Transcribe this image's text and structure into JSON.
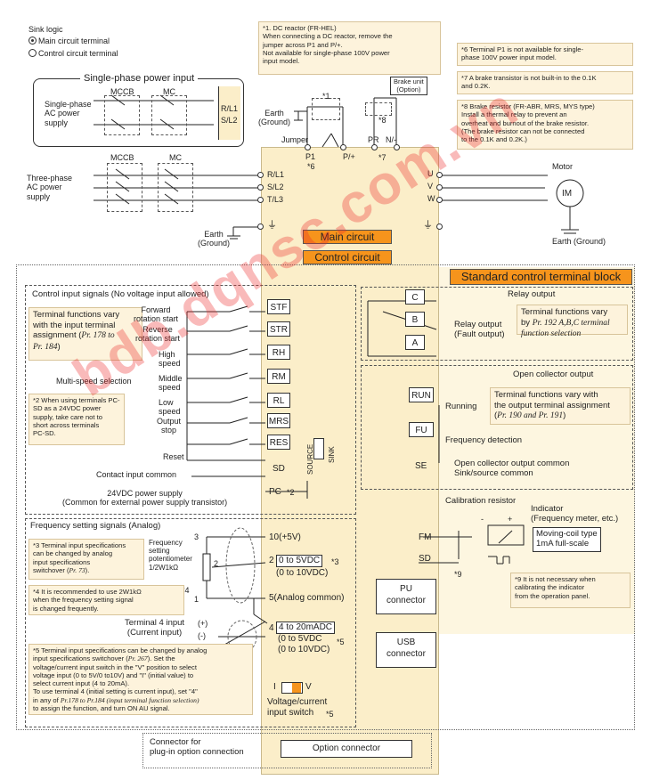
{
  "colors": {
    "inverter_body": "#fbeec9",
    "bar_orange": "#f6941c",
    "note_fill": "#fdf3dc",
    "watermark": "#e82828"
  },
  "legend": {
    "title": "Sink logic",
    "main": "Main circuit terminal",
    "control": "Control circuit terminal"
  },
  "single_phase": {
    "title": "Single-phase power input",
    "label": "Single-phase\nAC power\nsupply",
    "mccb": "MCCB",
    "mc": "MC",
    "r": "R/L1",
    "s": "S/L2"
  },
  "three_phase": {
    "label": "Three-phase\nAC power\nsupply",
    "mccb": "MCCB",
    "mc": "MC",
    "r": "R/L1",
    "s": "S/L2",
    "t": "T/L3"
  },
  "earth_ground": "Earth\n(Ground)",
  "notes": {
    "n1": "*1.  DC reactor (FR-HEL)\n       When connecting a DC reactor, remove the\n       jumper across P1 and P/+.\n       Not available for single-phase 100V power\n       input model.",
    "n6": "*6  Terminal P1 is not available for single-\n      phase 100V power input model.",
    "n7": "*7  A brake transistor is not built-in to the 0.1K\n      and 0.2K.",
    "n8": "*8  Brake resistor (FR-ABR, MRS, MYS type)\n      Install a thermal relay to prevent an\n      overheat and burnout of the brake resistor.\n      (The brake resistor can not be connected\n      to the 0.1K and 0.2K.)",
    "n2": "*2 When using terminals PC-\n   SD as a 24VDC power\n   supply, take care not to\n   short across terminals\n   PC-SD.",
    "n3a": "*3 Terminal input specifications\n    can be changed by analog\n    input specifications\n    switchover (",
    "n3b": "Pr. 73",
    "n3c": ").",
    "n4": "*4  It is recommended to use 2W1kΩ\n      when the frequency setting signal\n      is changed frequently.",
    "n5a": "*5 Terminal input specifications can be changed by analog\n    input specifications switchover (",
    "n5b": "Pr. 267",
    "n5c": "). Set the\n    voltage/current input switch in the \"V\" position to select\n    voltage input (0 to 5V/0 to10V) and \"I\" (initial value) to\n    select current input (4 to 20mA).\n    To use terminal 4 (initial setting is current input), set \"4\"\n    in any of ",
    "n5d": "Pr.178 to Pr.184 (input terminal function selection)",
    "n5e": "\n    to assign the function, and turn ON AU signal.",
    "n9": "*9  It is not necessary when\n      calibrating the indicator\n      from the operation panel."
  },
  "dc": {
    "brake_unit": "Brake unit\n(Option)",
    "star1": "*1",
    "star8": "*8",
    "jumper": "Jumper",
    "p1": "P1",
    "star6": "*6",
    "pplus": "P/+",
    "pr": "PR",
    "nminus": "N/-",
    "star7": "*7"
  },
  "outputs": {
    "u": "U",
    "v": "V",
    "w": "W",
    "motor": "Motor",
    "im": "IM",
    "earth": "Earth (Ground)"
  },
  "bars": {
    "main": "Main circuit",
    "control": "Control circuit",
    "std_block": "Standard control terminal block"
  },
  "control_inputs": {
    "title": "Control input signals (No voltage input allowed)",
    "note_a": "Terminal functions vary\nwith the input terminal\nassignment (",
    "note_b": "Pr. 178 to\nPr. 184",
    "note_c": ")",
    "forward": "Forward\nrotation start",
    "reverse": "Reverse\nrotation start",
    "high": "High\nspeed",
    "middle": "Middle\nspeed",
    "low": "Low\nspeed",
    "multi": "Multi-speed selection",
    "output_stop": "Output\nstop",
    "reset": "Reset",
    "contact_common": "Contact input common",
    "supply": "24VDC power supply\n(Common for external power supply transistor)",
    "star2": "*2"
  },
  "terminals": {
    "stf": "STF",
    "str": "STR",
    "rh": "RH",
    "rm": "RM",
    "rl": "RL",
    "mrs": "MRS",
    "res": "RES",
    "sd": "SD",
    "pc": "PC",
    "source": "SOURCE",
    "sink": "SINK"
  },
  "relay": {
    "title": "Relay output",
    "c": "C",
    "b": "B",
    "a": "A",
    "label": "Relay output\n(Fault output)",
    "note_a": "Terminal functions vary\nby ",
    "note_b": "Pr. 192 A,B,C terminal\nfunction selection"
  },
  "open_collector": {
    "title": "Open collector output",
    "run": "RUN",
    "running": "Running",
    "fu": "FU",
    "freq_detect": "Frequency detection",
    "se": "SE",
    "common": "Open collector output common\nSink/source common",
    "note_a": "Terminal functions vary with\nthe output terminal assignment\n(",
    "note_b": "Pr. 190 and Pr. 191",
    "note_c": ")"
  },
  "analog": {
    "title": "Frequency setting signals (Analog)",
    "pot": "Frequency\nsetting\npotentiometer\n1/2W1kΩ",
    "star4": "*4",
    "n3": "3",
    "n2": "2",
    "n1": "1",
    "t10": "10(+5V)",
    "t2": "2",
    "t2range": "0 to 5VDC",
    "t2range2": "(0 to 10VDC)",
    "star3": "*3",
    "t5": "5(Analog common)",
    "t4label": "Terminal 4 input\n(Current input)",
    "plus": "(+)",
    "minus": "(-)",
    "t4": "4",
    "t4range": "4 to 20mADC",
    "t4range2": "(0 to 5VDC\n(0 to 10VDC)",
    "star5": "*5",
    "switch_i": "I",
    "switch_v": "V",
    "switch_label": "Voltage/current\ninput switch",
    "switch_star": "*5"
  },
  "calibration": {
    "title": "Calibration resistor",
    "minus": "-",
    "plus": "+",
    "indicator": "Indicator\n(Frequency meter, etc.)",
    "moving": "Moving-coil type\n1mA full-scale",
    "fm": "FM",
    "sd": "SD",
    "star9": "*9"
  },
  "connectors": {
    "pu": "PU\nconnector",
    "usb": "USB\nconnector",
    "option": "Option connector",
    "plugin": "Connector for\nplug-in option connection"
  },
  "watermark": "bdb.dqnsc.com.vn"
}
